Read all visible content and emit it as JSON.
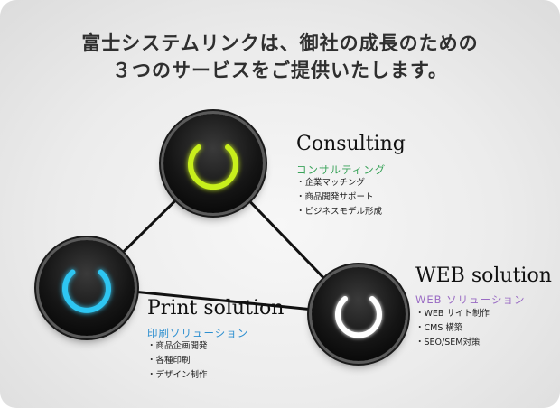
{
  "headline": {
    "line1": "富士システムリンクは、御社の成長のための",
    "line2": "３つのサービスをご提供いたします。"
  },
  "services": [
    {
      "key": "consulting",
      "title": "Consulting",
      "subtitle": "コンサルティング",
      "subtitle_color": "#3aa35a",
      "glow_color": "#c8ef1e",
      "icon": "power-icon",
      "items": [
        "・企業マッチング",
        "・商品開発サポート",
        "・ビジネスモデル形成"
      ]
    },
    {
      "key": "print",
      "title": "Print solution",
      "subtitle": "印刷ソリューション",
      "subtitle_color": "#2d8fd0",
      "glow_color": "#2fc6f2",
      "icon": "power-icon",
      "items": [
        "・商品企画開発",
        "・各種印刷",
        "・デザイン制作"
      ]
    },
    {
      "key": "web",
      "title": "WEB solution",
      "subtitle": "WEB ソリューション",
      "subtitle_color": "#9a6cc4",
      "glow_color": "#ffffff",
      "icon": "power-icon",
      "items": [
        "・WEB サイト制作",
        "・CMS 構築",
        "・SEO/SEM対策"
      ]
    }
  ]
}
